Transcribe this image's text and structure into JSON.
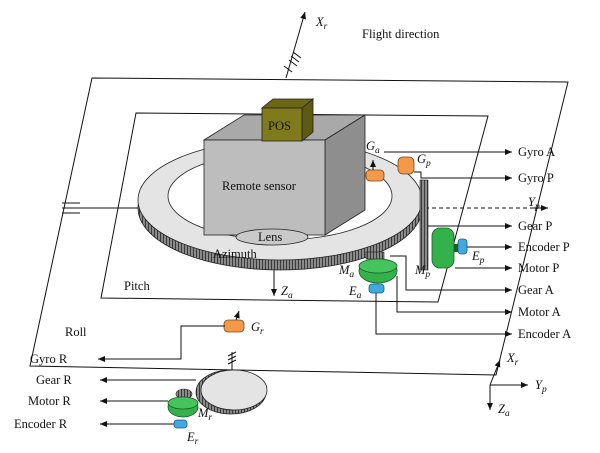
{
  "colors": {
    "pos_box": "#7f7a1c",
    "cube_front": "#bdbdbd",
    "cube_top": "#a9a9a9",
    "cube_side": "#8e8e8e",
    "ring": "#e4e4e4",
    "gear_teeth": "#6e6e6e",
    "gyro": "#f2994a",
    "motor": "#33b14b",
    "encoder": "#3fa9e0",
    "lens": "#c9c9c9"
  },
  "labels": {
    "pos": "POS",
    "remote_sensor": "Remote sensor",
    "lens": "Lens",
    "azimuth": "Azimuth",
    "pitch": "Pitch",
    "roll": "Roll",
    "flight_direction": "Flight direction",
    "axis_top_main": "X",
    "axis_top_sub": "r",
    "axis_yp_main": "Y",
    "axis_yp_sub": "p",
    "axis_za_main": "Z",
    "axis_za_sub": "a",
    "ga_main": "G",
    "ga_sub": "a",
    "gp_main": "G",
    "gp_sub": "p",
    "gr_main": "G",
    "gr_sub": "r",
    "ma_main": "M",
    "ma_sub": "a",
    "mp_main": "M",
    "mp_sub": "p",
    "mr_main": "M",
    "mr_sub": "r",
    "ea_main": "E",
    "ea_sub": "a",
    "ep_main": "E",
    "ep_sub": "p",
    "er_main": "E",
    "er_sub": "r"
  },
  "callouts_right": [
    "Gyro A",
    "Gyro P",
    "Gear P",
    "Encoder P",
    "Motor P",
    "Gear A",
    "Motor A",
    "Encoder A"
  ],
  "callouts_left": [
    "Gyro R",
    "Gear R",
    "Motor R",
    "Encoder R"
  ],
  "coord_frame": {
    "x_main": "X",
    "x_sub": "r",
    "y_main": "Y",
    "y_sub": "p",
    "z_main": "Z",
    "z_sub": "a"
  }
}
